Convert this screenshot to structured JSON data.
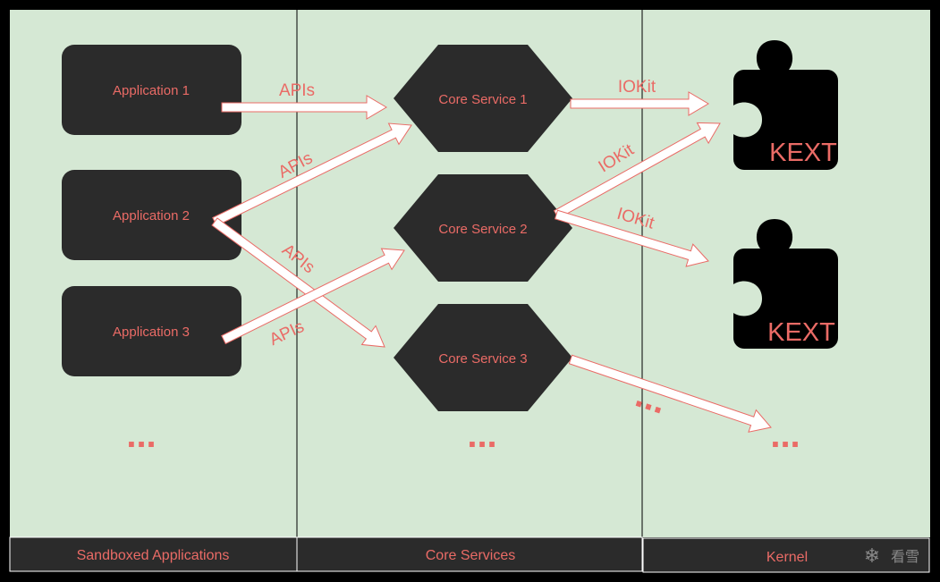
{
  "colors": {
    "background": "#d5e8d4",
    "box": "#2b2b2b",
    "text": "#ea6b66",
    "arrow_fill": "#ffffff",
    "arrow_stroke": "#ea6b66",
    "kext": "#000000"
  },
  "applications": [
    "Application 1",
    "Application 2",
    "Application 3"
  ],
  "services": [
    "Core Service 1",
    "Core Service 2",
    "Core Service 3"
  ],
  "kexts": [
    "KEXT",
    "KEXT"
  ],
  "arrow_labels": {
    "apis": [
      "APIs",
      "APIs",
      "APIs",
      "APIs"
    ],
    "iokit": [
      "IOKit",
      "IOKit",
      "IOKit"
    ]
  },
  "ellipses": [
    "...",
    "...",
    "...",
    "..."
  ],
  "columns": [
    "Sandboxed Applications",
    "Core Services",
    "Kernel"
  ],
  "watermark": "看雪"
}
